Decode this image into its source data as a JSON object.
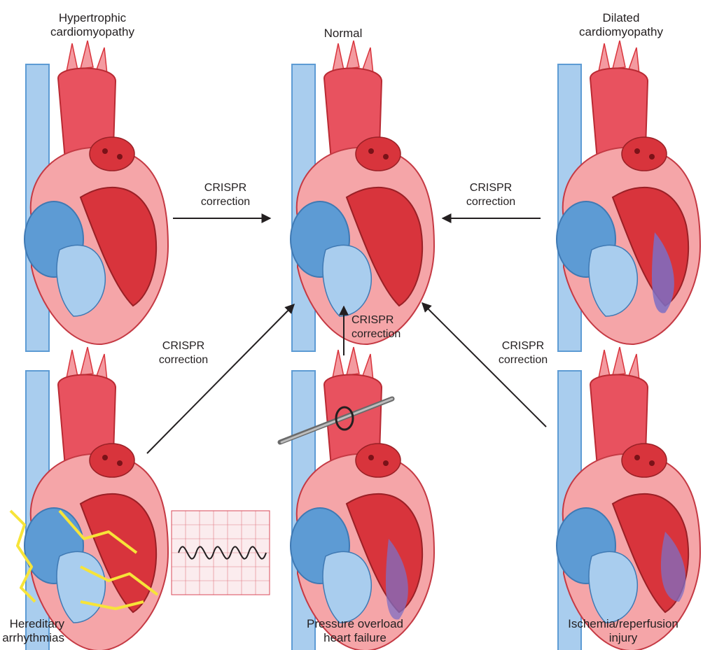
{
  "colors": {
    "artery": "#e8525f",
    "artery_light": "#f49aa0",
    "muscle": "#f5a5a8",
    "muscle_dark": "#d8343c",
    "vein": "#5d9bd4",
    "vein_light": "#a9cdee",
    "scar": "#7d6fc4",
    "spark": "#f7e439",
    "ecg_grid": "#d84a58",
    "arrow": "#231f20"
  },
  "hearts": {
    "hypertrophic": {
      "title_line1": "Hypertrophic",
      "title_line2": "cardiomyopathy"
    },
    "normal": {
      "title_line1": "Normal"
    },
    "dilated": {
      "title_line1": "Dilated",
      "title_line2": "cardiomyopathy"
    },
    "arrhythmias": {
      "title_line1": "Hereditary",
      "title_line2": "arrhythmias"
    },
    "pressure": {
      "title_line1": "Pressure overload",
      "title_line2": "heart failure"
    },
    "ischemia": {
      "title_line1": "Ischemia/reperfusion",
      "title_line2": "injury"
    }
  },
  "corrections": {
    "left": {
      "line1": "CRISPR",
      "line2": "correction"
    },
    "right": {
      "line1": "CRISPR",
      "line2": "correction"
    },
    "bottom_left": {
      "line1": "CRISPR",
      "line2": "correction"
    },
    "bottom_mid": {
      "line1": "CRISPR",
      "line2": "correction"
    },
    "bottom_right": {
      "line1": "CRISPR",
      "line2": "correction"
    }
  }
}
